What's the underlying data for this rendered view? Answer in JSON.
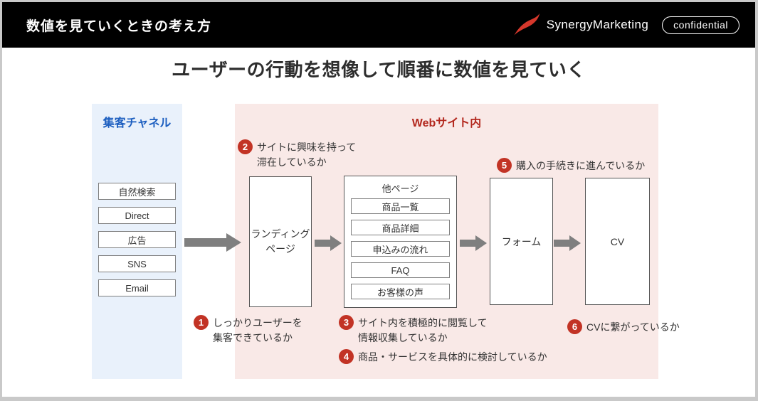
{
  "header": {
    "title": "数値を見ていくときの考え方",
    "brand": "SynergyMarketing",
    "confidential": "confidential"
  },
  "main_title": "ユーザーの行動を想像して順番に数値を見ていく",
  "channels": {
    "title": "集客チャネル",
    "items": [
      "自然検索",
      "Direct",
      "広告",
      "SNS",
      "Email"
    ]
  },
  "website": {
    "title": "Webサイト内",
    "landing": {
      "line1": "ランディング",
      "line2": "ページ"
    },
    "other_pages": {
      "title": "他ページ",
      "items": [
        "商品一覧",
        "商品詳細",
        "申込みの流れ",
        "FAQ",
        "お客様の声"
      ]
    },
    "form": "フォーム",
    "cv": "CV"
  },
  "annotations": [
    {
      "num": "1",
      "lines": [
        "しっかりユーザーを",
        "集客できているか"
      ]
    },
    {
      "num": "2",
      "lines": [
        "サイトに興味を持って",
        "滞在しているか"
      ]
    },
    {
      "num": "3",
      "lines": [
        "サイト内を積極的に閲覧して",
        "情報収集しているか"
      ]
    },
    {
      "num": "4",
      "lines": [
        "商品・サービスを具体的に検討しているか"
      ]
    },
    {
      "num": "5",
      "lines": [
        "購入の手続きに進んでいるか"
      ]
    },
    {
      "num": "6",
      "lines": [
        "CVに繋がっているか"
      ]
    }
  ],
  "colors": {
    "header_bg": "#000000",
    "channels_bg": "#e9f1fb",
    "channels_title": "#1d5fc0",
    "website_bg": "#f9e9e7",
    "website_title": "#b3281e",
    "badge_red": "#c23325",
    "arrow_gray": "#7f7f7f",
    "logo_red": "#d5372b"
  }
}
